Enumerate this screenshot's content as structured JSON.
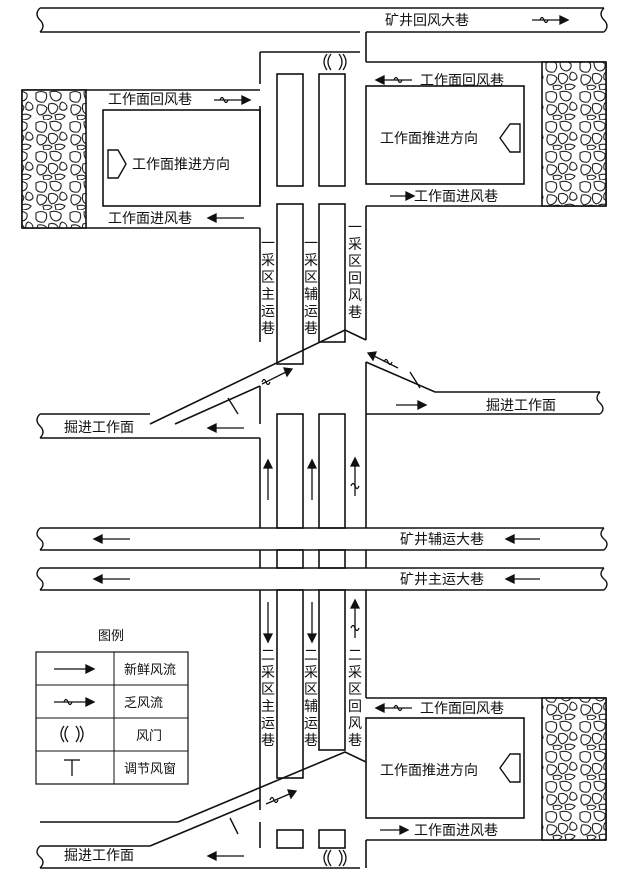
{
  "labels": {
    "mine_return_main": "矿井回风大巷",
    "mine_aux_main": "矿井辅运大巷",
    "mine_main_haul": "矿井主运大巷",
    "face_return": "工作面回风巷",
    "face_intake": "工作面进风巷",
    "face_advance": "工作面推进方向",
    "heading_face": "掘进工作面"
  },
  "vertical_labels": {
    "d1_main": [
      "一",
      "采",
      "区",
      "主",
      "运",
      "巷"
    ],
    "d1_aux": [
      "一",
      "采",
      "区",
      "辅",
      "运",
      "巷"
    ],
    "d1_return": [
      "一",
      "采",
      "区",
      "回",
      "风",
      "巷"
    ],
    "d2_main": [
      "二",
      "采",
      "区",
      "主",
      "运",
      "巷"
    ],
    "d2_aux": [
      "二",
      "采",
      "区",
      "辅",
      "运",
      "巷"
    ],
    "d2_return": [
      "二",
      "采",
      "区",
      "回",
      "风",
      "巷"
    ]
  },
  "legend": {
    "title": "图例",
    "items": [
      {
        "symbol": "fresh-air-arrow",
        "label": "新鲜风流"
      },
      {
        "symbol": "return-air-arrow",
        "label": "乏风流"
      },
      {
        "symbol": "air-door",
        "label": "风门"
      },
      {
        "symbol": "regulator",
        "label": "调节风窗"
      }
    ]
  }
}
